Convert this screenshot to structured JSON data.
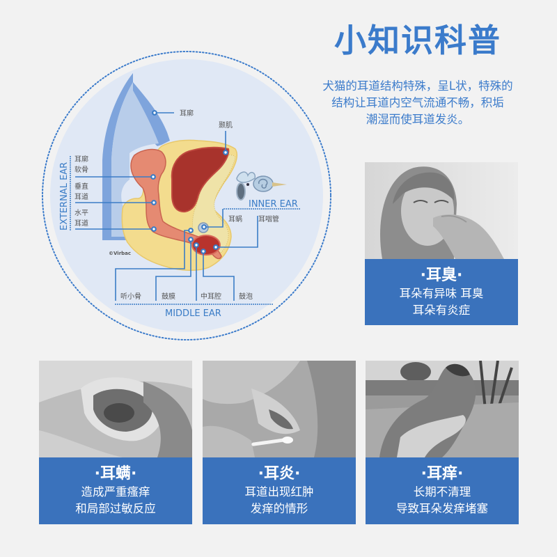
{
  "header": {
    "title": "小知识科普",
    "intro_lines": [
      "犬猫的耳道结构特殊，呈L状，特殊的",
      "结构让耳道内空气流通不畅，积垢",
      "潮湿而使耳道发炎。"
    ]
  },
  "diagram": {
    "section_labels": {
      "external_ear": "EXTERNAL EAR",
      "inner_ear": "INNER EAR",
      "middle_ear": "MIDDLE EAR"
    },
    "labels": {
      "pinna": "耳廓",
      "temporalis": "颞肌",
      "auricular_cartilage_1": "耳廓",
      "auricular_cartilage_2": "软骨",
      "vertical_canal_1": "垂直",
      "vertical_canal_2": "耳道",
      "horizontal_canal_1": "水平",
      "horizontal_canal_2": "耳道",
      "cochlea": "耳蜗",
      "eustachian_tube": "耳咽管",
      "ossicles": "听小骨",
      "eardrum": "鼓膜",
      "tympanic_cavity": "中耳腔",
      "tympanic_bulla": "鼓泡"
    },
    "credit": "©Virbac",
    "colors": {
      "circle_fill": "#e0e8f5",
      "dotted_ring": "#3b7bcb",
      "pinna_outline": "#7ea4dc",
      "pinna_fill": "#b8cdea",
      "bone": "#f3dc8e",
      "muscle": "#a8332c",
      "canal": "#e58a72",
      "pointer": "#3a7cc6"
    }
  },
  "cards": [
    {
      "id": "odor",
      "title": "·耳臭·",
      "lines": [
        "耳朵有异味 耳臭",
        "耳朵有炎症"
      ],
      "photo": "woman-pinching-nose"
    },
    {
      "id": "mites",
      "title": "·耳螨·",
      "lines": [
        "造成严重瘙痒",
        "和局部过敏反应"
      ],
      "photo": "ear-with-mites"
    },
    {
      "id": "otitis",
      "title": "·耳炎·",
      "lines": [
        "耳道出现红肿",
        "发痒的情形"
      ],
      "photo": "cotton-swab-in-ear"
    },
    {
      "id": "itch",
      "title": "·耳痒·",
      "lines": [
        "长期不清理",
        "导致耳朵发痒堵塞"
      ],
      "photo": "dog-scratching-ear"
    }
  ],
  "colors": {
    "background": "#f2f2f2",
    "accent_blue": "#3b7bcb",
    "card_blue": "#3a72bc",
    "caption_text": "#ffffff"
  }
}
